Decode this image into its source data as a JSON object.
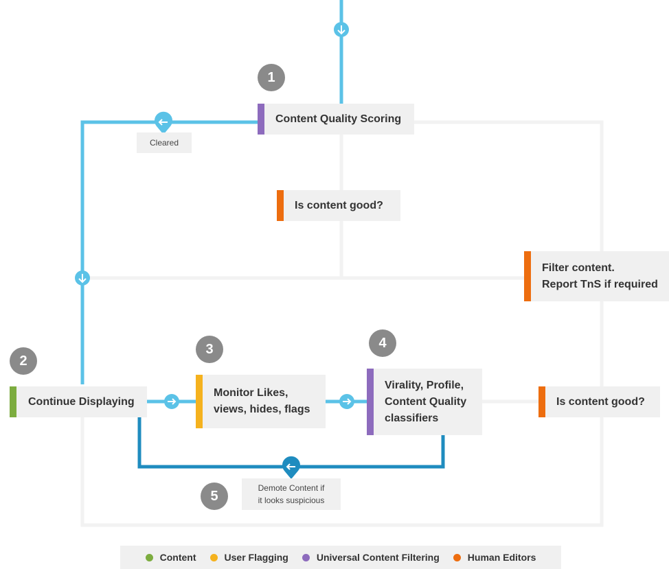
{
  "colors": {
    "content": "#7cac3f",
    "user_flagging": "#f5b21e",
    "universal_filtering": "#8d6bbd",
    "human_editors": "#ed6d0f",
    "connector": "#5bc2e7",
    "connector_dark": "#1f8cbf",
    "frame": "#f2f2f2",
    "badge": "#8a8a8a"
  },
  "nodes": {
    "scoring": "Content Quality Scoring",
    "is_good_1": "Is content good?",
    "filter_line1": "Filter content.",
    "filter_line2": "Report TnS if required",
    "continue": "Continue Displaying",
    "monitor_line1": "Monitor Likes,",
    "monitor_line2": "views, hides, flags",
    "classifiers_line1": "Virality, Profile,",
    "classifiers_line2": "Content Quality",
    "classifiers_line3": "classifiers",
    "is_good_2": "Is content good?"
  },
  "badges": [
    "1",
    "2",
    "3",
    "4",
    "5"
  ],
  "notes": {
    "cleared": "Cleared",
    "demote_line1": "Demote Content if",
    "demote_line2": "it looks suspicious"
  },
  "icons": {
    "down": "arrow-down-icon",
    "left": "arrow-left-icon",
    "right": "arrow-right-icon"
  },
  "legend": [
    {
      "label": "Content",
      "color": "#7cac3f"
    },
    {
      "label": "User Flagging",
      "color": "#f5b21e"
    },
    {
      "label": "Universal Content Filtering",
      "color": "#8d6bbd"
    },
    {
      "label": "Human Editors",
      "color": "#ed6d0f"
    }
  ]
}
